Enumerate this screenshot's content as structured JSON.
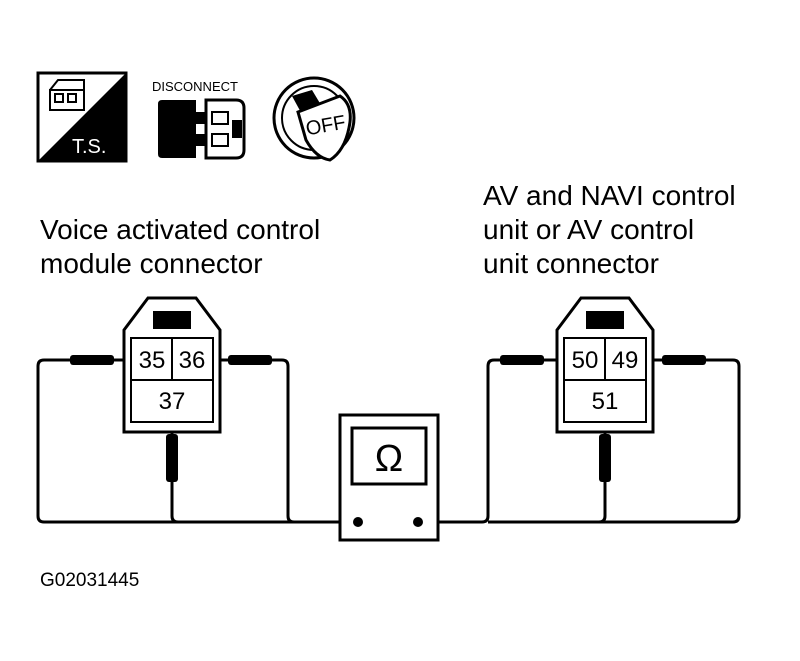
{
  "icons": {
    "test_symbol_label": "T.S.",
    "disconnect_label": "DISCONNECT",
    "ignition_label": "OFF"
  },
  "left_connector": {
    "caption_line1": "Voice activated control",
    "caption_line2": "module connector",
    "pins": [
      "35",
      "36",
      "37"
    ]
  },
  "right_connector": {
    "caption_line1": "AV and NAVI control",
    "caption_line2": "unit or AV control",
    "caption_line3": "unit connector",
    "pins": [
      "50",
      "49",
      "51"
    ]
  },
  "meter": {
    "symbol": "Ω"
  },
  "figure_id": "G02031445"
}
